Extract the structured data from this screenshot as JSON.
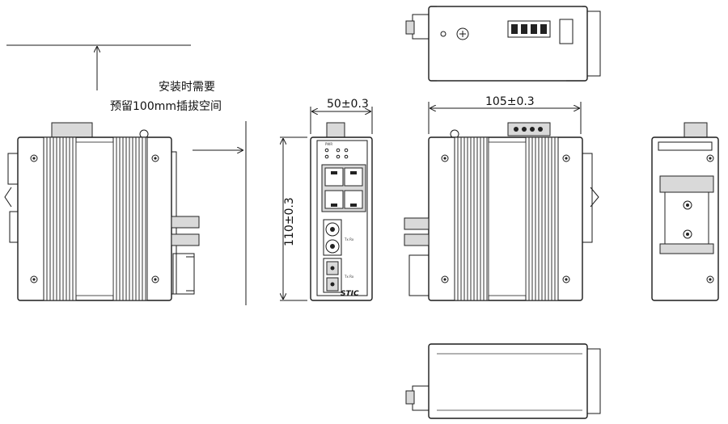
{
  "note": {
    "line1": "安装时需要",
    "line2": "预留100mm插拔空间"
  },
  "dimensions": {
    "width": "50±0.3",
    "length": "105±0.3",
    "height": "110±0.3"
  },
  "brand": {
    "logo_text": "STIC"
  }
}
